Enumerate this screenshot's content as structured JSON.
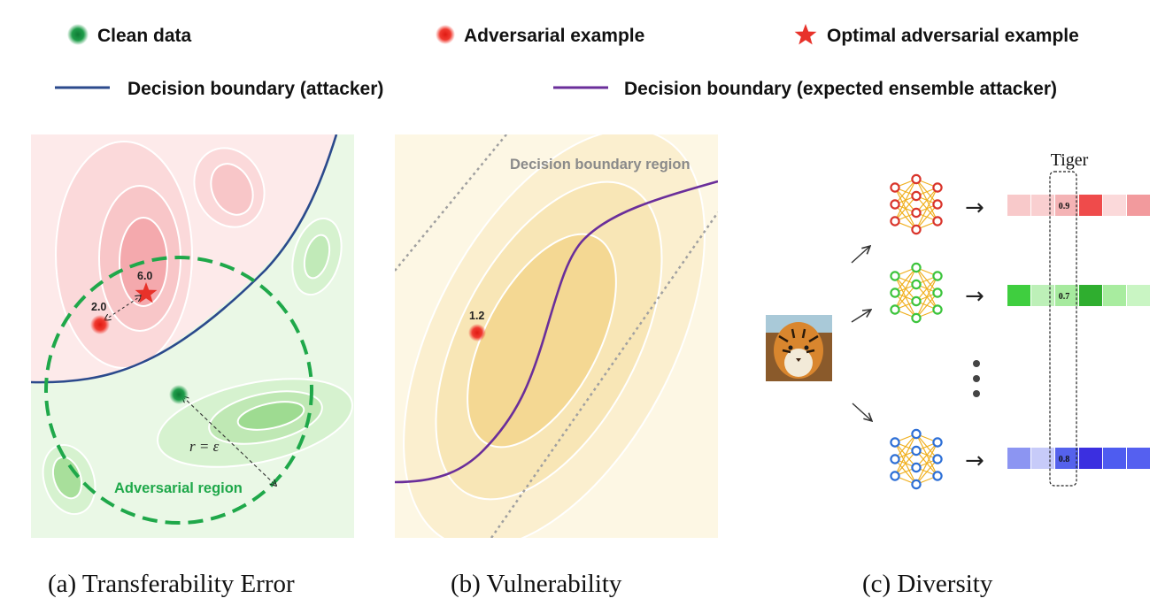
{
  "legend": {
    "clean": "Clean data",
    "adversarial": "Adversarial example",
    "optimal": "Optimal adversarial example",
    "boundary_attacker": "Decision boundary (attacker)",
    "boundary_ensemble": "Decision boundary (expected ensemble attacker)"
  },
  "panel_a": {
    "caption": "(a) Transferability Error",
    "optimal_value": "6.0",
    "adversarial_value": "2.0",
    "radius_label": "r = ε",
    "region_label": "Adversarial region"
  },
  "panel_b": {
    "caption": "(b) Vulnerability",
    "adversarial_value": "1.2",
    "region_label": "Decision boundary region"
  },
  "panel_c": {
    "caption": "(c) Diversity",
    "class_label": "Tiger",
    "models": [
      {
        "value": "0.9"
      },
      {
        "value": "0.7"
      },
      {
        "value": "0.8"
      }
    ]
  },
  "colors": {
    "clean": "#1f9d4a",
    "adversarial": "#e8322a",
    "attacker_boundary": "#2b4a8c",
    "ensemble_boundary": "#6a2e9a",
    "adv_region": "#1fa84a",
    "model_red": "#d9342b",
    "model_green": "#3cc43c",
    "model_blue": "#2d6fd6"
  }
}
